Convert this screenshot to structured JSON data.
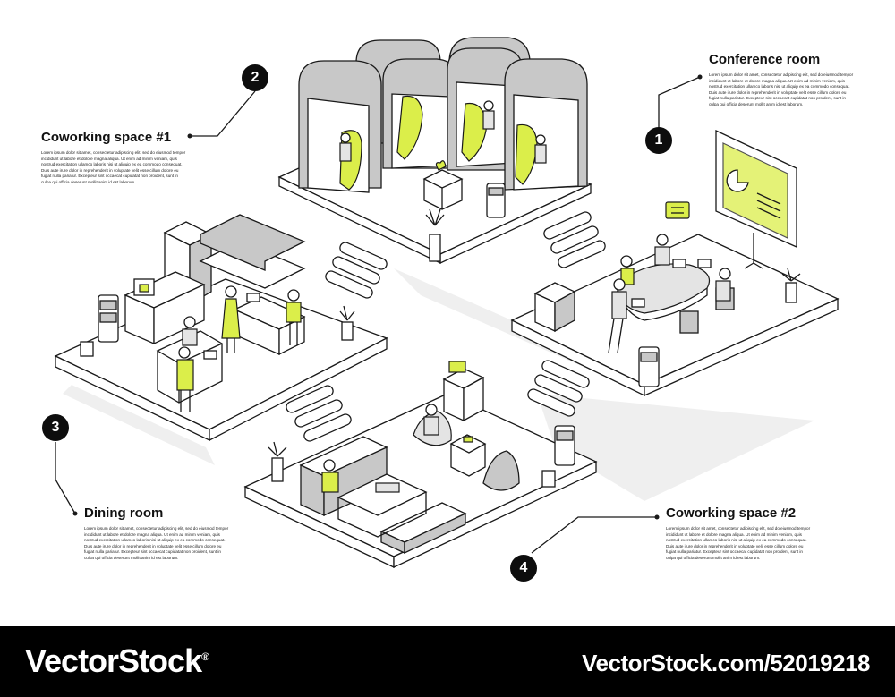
{
  "sections": {
    "conference": {
      "number": "1",
      "title": "Conference room",
      "body": "Lorem ipsum dolor sit amet, consectetur adipiscing elit, sed do eiusmod tempor incididunt ut labore et dolore magna aliqua. Ut enim ad minim veniam, quis nostrud exercitation ullamco laboris nisi ut aliquip ex ea commodo consequat. Duis aute irure dolor in reprehenderit in voluptate velit esse cillum dolore eu fugiat nulla pariatur. Excepteur sint occaecat cupidatat non proident, sunt in culpa qui officia deserunt mollit anim id est laborum."
    },
    "coworking1": {
      "number": "2",
      "title": "Coworking space #1",
      "body": "Lorem ipsum dolor sit amet, consectetur adipiscing elit, sed do eiusmod tempor incididunt ut labore et dolore magna aliqua. Ut enim ad minim veniam, quis nostrud exercitation ullamco laboris nisi ut aliquip ex ea commodo consequat. Duis aute irure dolor in reprehenderit in voluptate velit esse cillum dolore eu fugiat nulla pariatur. Excepteur sint occaecat cupidatat non proident, sunt in culpa qui officia deserunt mollit anim id est laborum."
    },
    "dining": {
      "number": "3",
      "title": "Dining room",
      "body": "Lorem ipsum dolor sit amet, consectetur adipiscing elit, sed do eiusmod tempor incididunt ut labore et dolore magna aliqua. Ut enim ad minim veniam, quis nostrud exercitation ullamco laboris nisi ut aliquip ex ea commodo consequat. Duis aute irure dolor in reprehenderit in voluptate velit esse cillum dolore eu fugiat nulla pariatur. Excepteur sint occaecat cupidatat non proident, sunt in culpa qui officia deserunt mollit anim id est laborum."
    },
    "coworking2": {
      "number": "4",
      "title": "Coworking space #2",
      "body": "Lorem ipsum dolor sit amet, consectetur adipiscing elit, sed do eiusmod tempor incididunt ut labore et dolore magna aliqua. Ut enim ad minim veniam, quis nostrud exercitation ullamco laboris nisi ut aliquip ex ea commodo consequat. Duis aute irure dolor in reprehenderit in voluptate velit esse cillum dolore eu fugiat nulla pariatur. Excepteur sint occaecat cupidatat non proident, sunt in culpa qui officia deserunt mollit anim id est laborum."
    }
  },
  "footer": {
    "brand": "VectorStock",
    "brand_mark": "®",
    "asset_id": "VectorStock.com/52019218"
  },
  "colors": {
    "accent": "#dbee4a",
    "gray": "#c8c8c8",
    "line": "#1a1a1a",
    "floor": "#ffffff",
    "shadow": "#ececec"
  }
}
